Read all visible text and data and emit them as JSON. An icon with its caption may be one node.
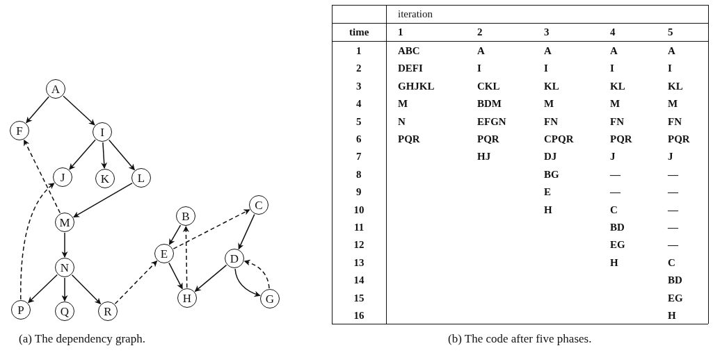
{
  "diagram": {
    "nodes": [
      {
        "text": [
          "A"
        ]
      },
      {
        "text": [
          "F"
        ]
      },
      {
        "text": [
          "I"
        ]
      },
      {
        "text": [
          "J"
        ]
      },
      {
        "text": [
          "K"
        ]
      },
      {
        "text": [
          "L"
        ]
      },
      {
        "text": [
          "M"
        ]
      },
      {
        "text": [
          "N"
        ]
      },
      {
        "text": [
          "P"
        ]
      },
      {
        "text": [
          "Q"
        ]
      },
      {
        "text": [
          "R"
        ]
      },
      {
        "text": [
          "B"
        ]
      },
      {
        "text": [
          "C"
        ]
      },
      {
        "text": [
          "E"
        ]
      },
      {
        "text": [
          "D"
        ]
      },
      {
        "text": [
          "H"
        ]
      },
      {
        "text": [
          "G"
        ]
      }
    ],
    "edges": [
      {
        "from": 0,
        "to": 1,
        "arrow": "to"
      },
      {
        "from": 0,
        "to": 2,
        "arrow": "to"
      },
      {
        "from": 2,
        "to": 3,
        "arrow": "to"
      },
      {
        "from": 2,
        "to": 4,
        "arrow": "to"
      },
      {
        "from": 2,
        "to": 5,
        "arrow": "to"
      },
      {
        "from": 5,
        "to": 6,
        "arrow": "to"
      },
      {
        "from": 6,
        "to": 1,
        "arrow": "to",
        "style": "dashed"
      },
      {
        "from": 6,
        "to": 7,
        "arrow": "to"
      },
      {
        "from": 8,
        "to": 3,
        "arrow": "to",
        "style": "dashed"
      },
      {
        "from": 7,
        "to": 8,
        "arrow": "to"
      },
      {
        "from": 7,
        "to": 9,
        "arrow": "to"
      },
      {
        "from": 7,
        "to": 10,
        "arrow": "to"
      },
      {
        "from": 10,
        "to": 13,
        "arrow": "to",
        "style": "dashed"
      },
      {
        "from": 11,
        "to": 13,
        "arrow": "to"
      },
      {
        "from": 13,
        "to": 12,
        "arrow": "to",
        "style": "dashed"
      },
      {
        "from": 13,
        "to": 15,
        "arrow": "to"
      },
      {
        "from": 15,
        "to": 11,
        "arrow": "to",
        "style": "dashed"
      },
      {
        "from": 12,
        "to": 14,
        "arrow": "to"
      },
      {
        "from": 14,
        "to": 15,
        "arrow": "to"
      },
      {
        "from": 14,
        "to": 16,
        "arrow": "to"
      },
      {
        "from": 16,
        "to": 14,
        "arrow": "to",
        "style": "dashed"
      }
    ],
    "labels": [
      "(a) The dependency graph.",
      "iteration",
      "time",
      "1",
      "2",
      "3",
      "4",
      "5",
      "1",
      "ABC",
      "A",
      "A",
      "A",
      "A",
      "2",
      "DEFI",
      "I",
      "I",
      "I",
      "I",
      "3",
      "GHJKL",
      "CKL",
      "KL",
      "KL",
      "KL",
      "4",
      "M",
      "BDM",
      "M",
      "M",
      "M",
      "5",
      "N",
      "EFGN",
      "FN",
      "FN",
      "FN",
      "6",
      "PQR",
      "PQR",
      "CPQR",
      "PQR",
      "PQR",
      "7",
      "HJ",
      "DJ",
      "J",
      "J",
      "8",
      "BG",
      "—",
      "—",
      "9",
      "E",
      "—",
      "—",
      "10",
      "H",
      "C",
      "—",
      "11",
      "BD",
      "—",
      "12",
      "EG",
      "—",
      "13",
      "H",
      "C",
      "14",
      "BD",
      "15",
      "EG",
      "16",
      "H",
      "(b) The code after five phases."
    ]
  }
}
